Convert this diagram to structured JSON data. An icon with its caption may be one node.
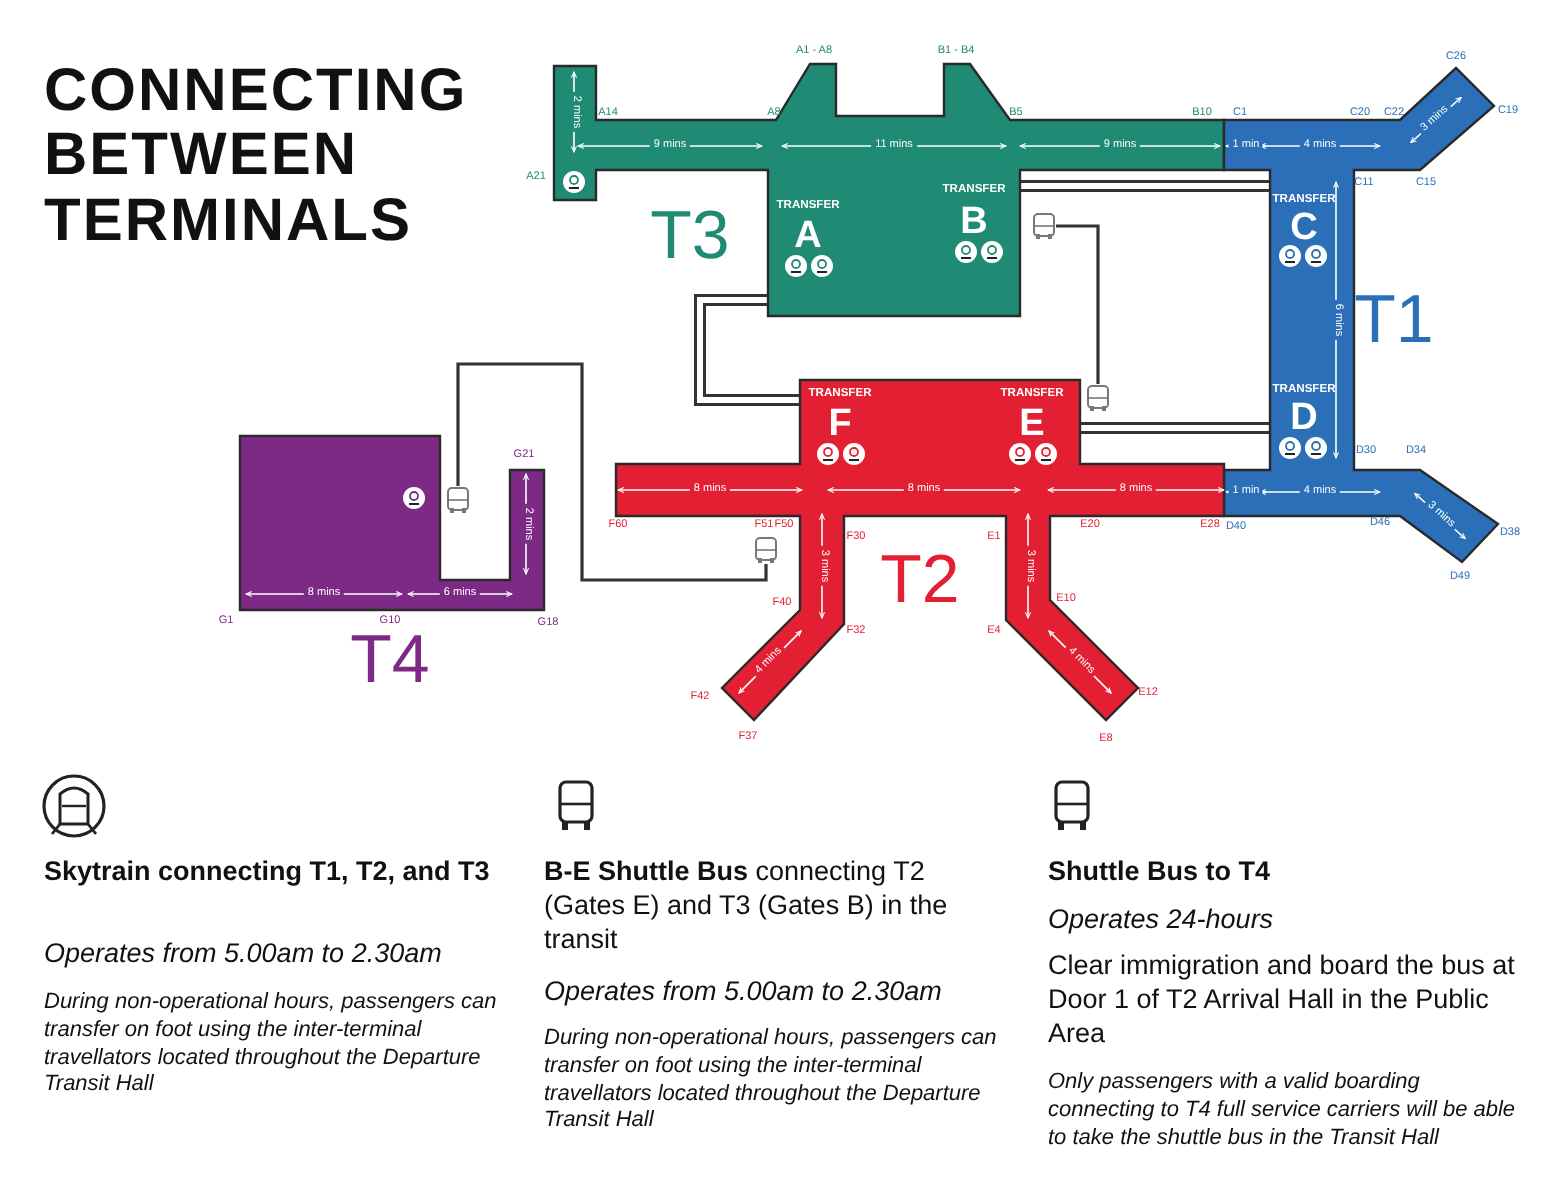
{
  "diagram": {
    "title": "CONNECTING BETWEEN TERMINALS",
    "nodes": [
      {
        "text": [
          "TRANSFER",
          "A",
          "TRANSFER",
          "B",
          "9 mins",
          "11 mins",
          "9 mins",
          "2 mins"
        ],
        "beside": [
          "T3",
          "A21",
          "A14",
          "A8",
          "A1 - A8",
          "B1 - B4",
          "B5",
          "B10"
        ]
      },
      {
        "text": [
          "TRANSFER",
          "C",
          "TRANSFER",
          "D",
          "1 min",
          "4 mins",
          "3 mins",
          "6 mins",
          "1 min",
          "4 mins",
          "3 mins"
        ],
        "beside": [
          "T1",
          "C1",
          "C20",
          "C22",
          "C26",
          "C19",
          "C15",
          "C11",
          "D30",
          "D34",
          "D40",
          "D46",
          "D38",
          "D49"
        ]
      },
      {
        "text": [
          "TRANSFER",
          "F",
          "TRANSFER",
          "E",
          "8 mins",
          "8 mins",
          "8 mins",
          "3 mins",
          "4 mins",
          "3 mins",
          "4 mins"
        ],
        "beside": [
          "T2",
          "F60",
          "F51",
          "F50",
          "F30",
          "E1",
          "E20",
          "E28",
          "F40",
          "F32",
          "F42",
          "F37",
          "E4",
          "E10",
          "E12",
          "E8"
        ]
      },
      {
        "text": [
          "8 mins",
          "6 mins",
          "2 mins"
        ],
        "beside": [
          "T4",
          "G21",
          "G1",
          "G10",
          "G18"
        ]
      },
      {
        "text": [],
        "shape": "bus"
      },
      {
        "text": [],
        "shape": "bus"
      },
      {
        "text": [],
        "shape": "bus"
      },
      {
        "text": [],
        "shape": "bus"
      }
    ],
    "edges": [
      {
        "from": 0,
        "to": 1,
        "arrow": "none"
      },
      {
        "from": 0,
        "to": 2,
        "arrow": "none"
      },
      {
        "from": 2,
        "to": 1,
        "arrow": "none"
      },
      {
        "from": 4,
        "to": 5,
        "arrow": "none"
      },
      {
        "from": 6,
        "to": 7,
        "arrow": "none"
      }
    ],
    "labels": [
      "Skytrain connecting T1, T2, and T3",
      "Operates from 5.00am to 2.30am",
      "During non-operational hours, passengers can transfer on foot using the inter-terminal travellators located throughout the Departure Transit Hall",
      "**B-E Shuttle Bus** connecting T2 (Gates E) and T3 (Gates B) in the transit",
      "Operates from 5.00am to 2.30am",
      "During non-operational hours, passengers can transfer on foot using the inter-terminal travellators located throughout the Departure Transit Hall",
      "Shuttle Bus to T4",
      "Operates 24-hours",
      "Clear immigration and board the bus at Door 1 of T2 Arrival Hall in the Public Area",
      "Only passengers with a valid boarding connecting to T4 full service carriers will be able to take the shuttle bus in the Transit Hall"
    ]
  }
}
